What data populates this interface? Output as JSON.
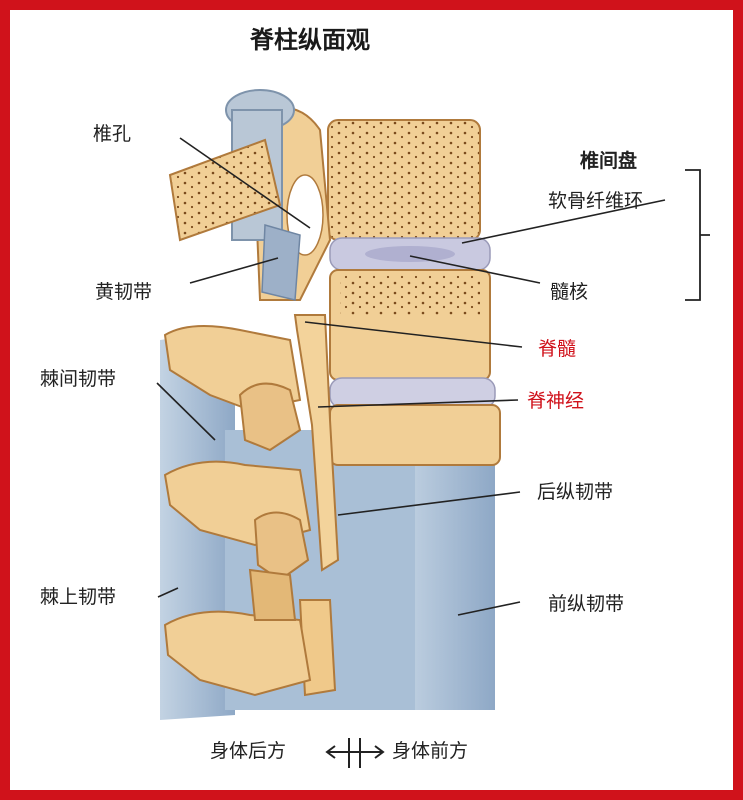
{
  "title": "脊柱纵面观",
  "labels": {
    "foramen": "椎孔",
    "ligamentum_flavum": "黄韧带",
    "interspinous": "棘间韧带",
    "supraspinous": "棘上韧带",
    "disc_heading": "椎间盘",
    "annulus": "软骨纤维环",
    "nucleus": "髓核",
    "spinal_cord": "脊髓",
    "spinal_nerve": "脊神经",
    "posterior_longitudinal": "后纵韧带",
    "anterior_longitudinal": "前纵韧带"
  },
  "direction": {
    "posterior": "身体后方",
    "anterior": "身体前方"
  },
  "colors": {
    "frame": "#d0121b",
    "bone": "#f1cf96",
    "bone_dark": "#d9a866",
    "ligament": "#a9bfd6",
    "disc": "#c9c9e0",
    "red_label": "#d0121b"
  }
}
